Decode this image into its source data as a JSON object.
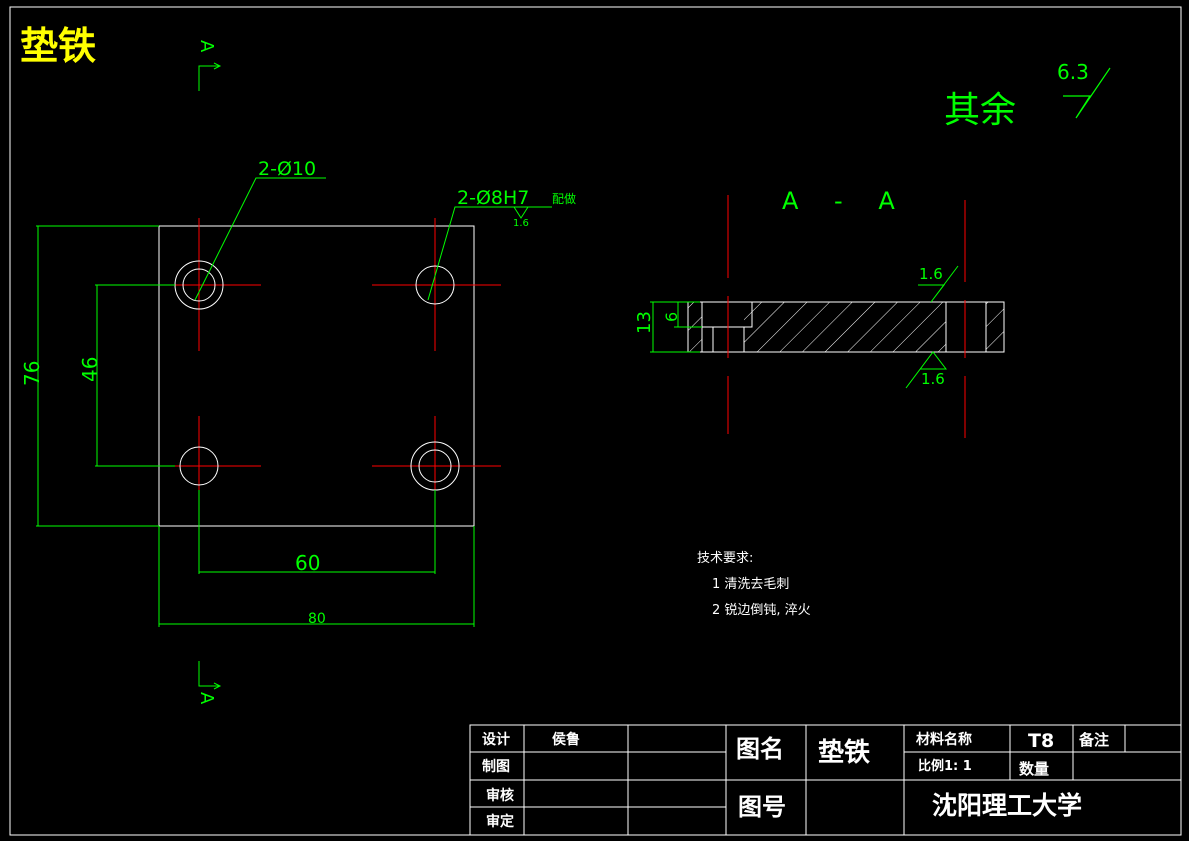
{
  "title": "垫铁",
  "section_marker": "A",
  "roughness_general": {
    "label": "其余",
    "value": "6.3"
  },
  "annotations": {
    "hole_large": "2-Ø10",
    "hole_small": "2-Ø8H7",
    "hole_small_note": "配做",
    "hole_small_roughness": "1.6",
    "section_title": "A - A",
    "section_roughness_top": "1.6",
    "section_roughness_bottom": "1.6"
  },
  "dimensions": {
    "height_total": "76",
    "height_holes": "46",
    "width_holes": "60",
    "width_total": "80",
    "thickness": "13",
    "counterbore_depth": "6"
  },
  "tech_requirements": {
    "heading": "技术要求:",
    "items": [
      "1 清洗去毛刺",
      "2 锐边倒钝, 淬火"
    ]
  },
  "title_block": {
    "design_label": "设计",
    "designer": "侯鲁",
    "drawing_label": "制图",
    "review_label": "审核",
    "approve_label": "审定",
    "name_label": "图名",
    "name_value": "垫铁",
    "number_label": "图号",
    "material_label": "材料名称",
    "material_value": "T8",
    "remark_label": "备注",
    "scale_label": "比例1: 1",
    "quantity_label": "数量",
    "school": "沈阳理工大学"
  },
  "colors": {
    "background": "#000000",
    "outline": "#ffffff",
    "dimension": "#00ff00",
    "centerline": "#ff0000",
    "title": "#ffff00"
  }
}
